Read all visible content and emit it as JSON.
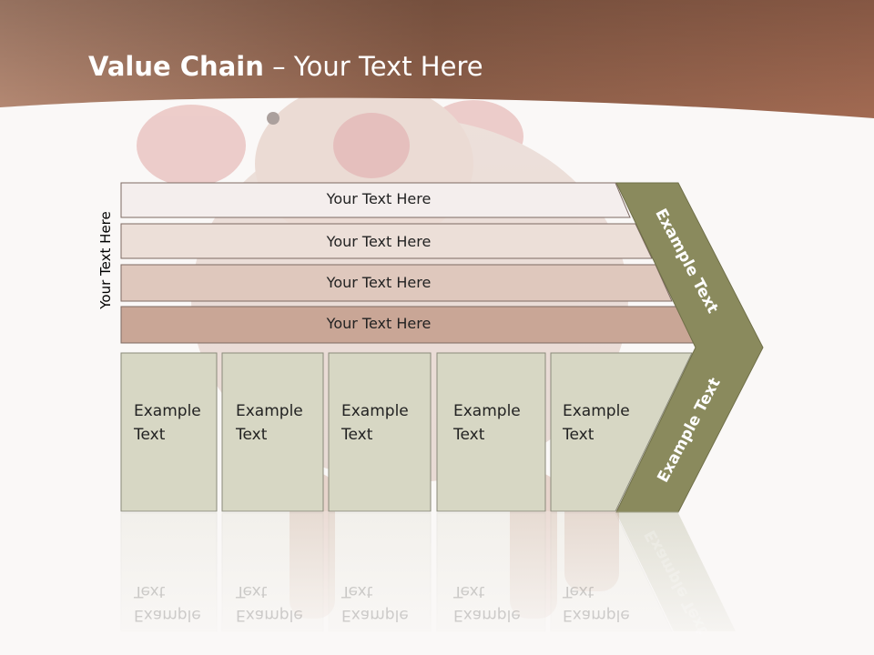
{
  "slide": {
    "title_bold": "Value Chain",
    "title_rest": " – Your Text Here",
    "side_label": "Your Text Here"
  },
  "rows": [
    {
      "label": "Your Text Here"
    },
    {
      "label": "Your Text Here"
    },
    {
      "label": "Your Text Here"
    },
    {
      "label": "Your Text Here"
    }
  ],
  "boxes": [
    {
      "line1": "Example",
      "line2": "Text"
    },
    {
      "line1": "Example",
      "line2": "Text"
    },
    {
      "line1": "Example",
      "line2": "Text"
    },
    {
      "line1": "Example",
      "line2": "Text"
    },
    {
      "line1": "Example",
      "line2": "Text"
    }
  ],
  "chevron": {
    "upper": "Example Text",
    "lower": "Example Text"
  },
  "colors": {
    "header": "#a27058",
    "row1": "#f4eeed",
    "row2": "#ecdfd8",
    "row3": "#dfc8bd",
    "row4": "#c9a696",
    "box": "#d7d7c4",
    "chevron": "#8a8a5d"
  }
}
